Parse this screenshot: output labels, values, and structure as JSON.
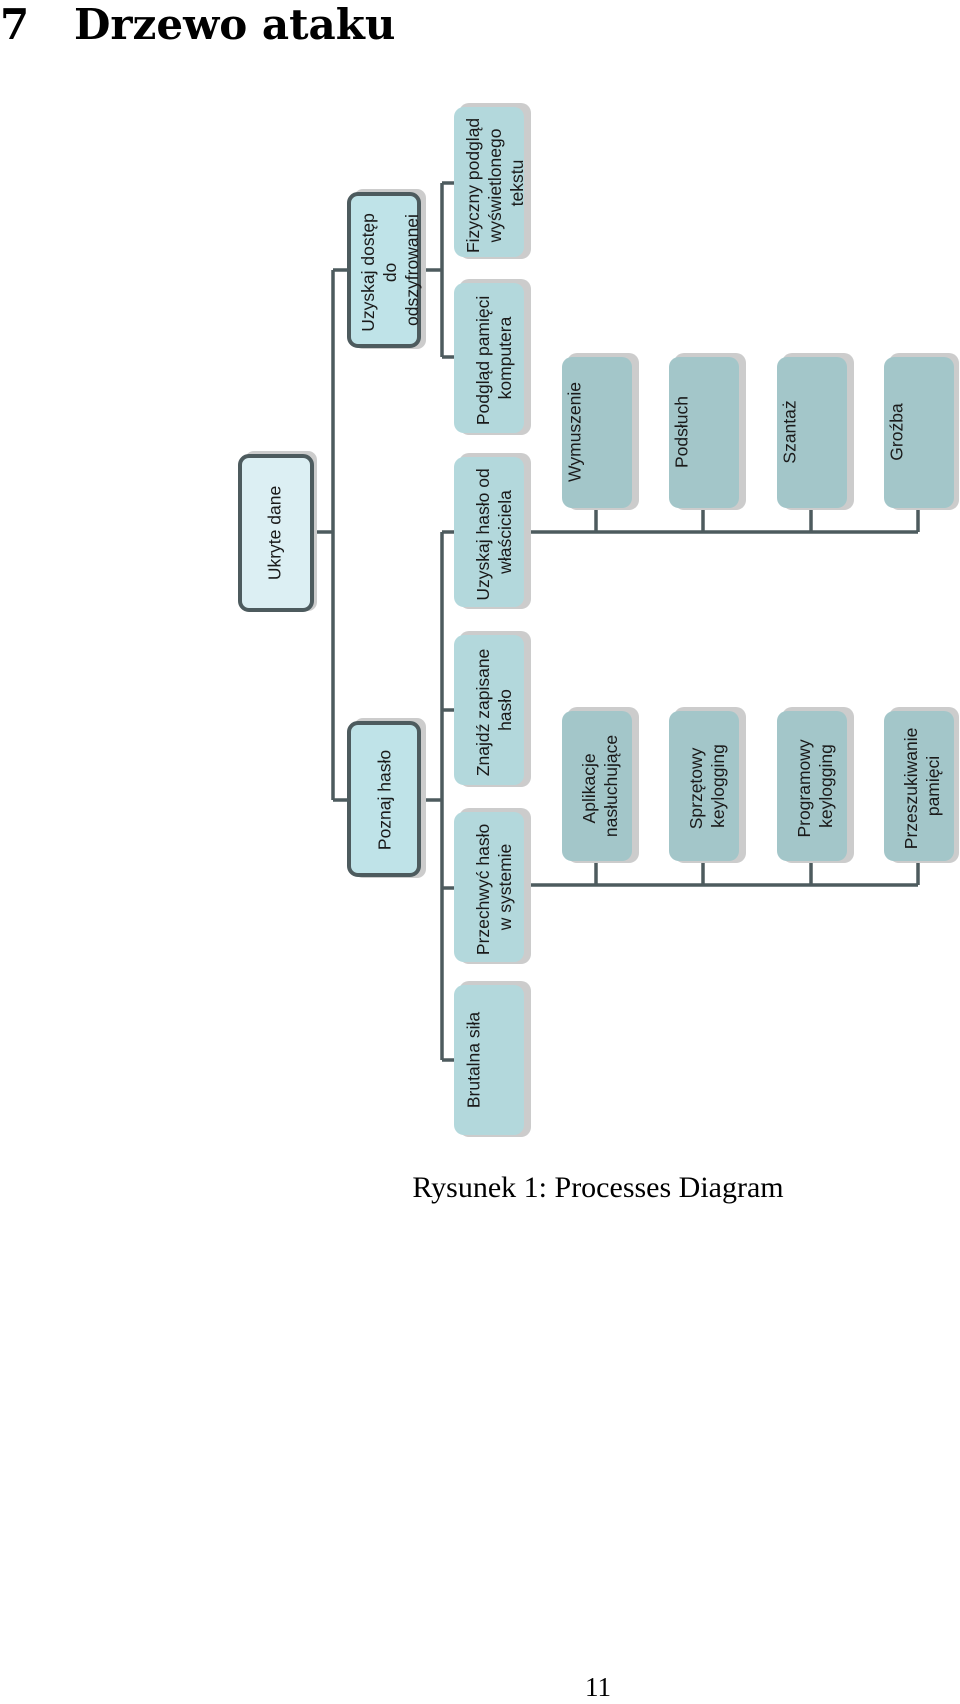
{
  "heading": {
    "number": "7",
    "title": "Drzewo ataku"
  },
  "diagram": {
    "root": "Ukryte dane",
    "branches": [
      "Uzyskaj dostęp do odszyfrowanei",
      "Poznaj hasło"
    ],
    "leaves": [
      "Fizyczny podgląd wyświetlonego tekstu",
      "Podgląd pamięci komputera",
      "Uzyskaj hasło od właściciela",
      "Znajdź zapisane hasło",
      "Przechwyć hasło w systemie",
      "Brutalna siła"
    ],
    "owner_methods": [
      "Wymuszenie",
      "Podsłuch",
      "Szantaż",
      "Groźba"
    ],
    "intercept_methods": [
      "Aplikacje nasłuchujące",
      "Sprzętowy keylogging",
      "Programowy keylogging",
      "Przeszukiwanie pamięci"
    ]
  },
  "caption": "Rysunek 1: Processes Diagram",
  "page_number": "11",
  "colors": {
    "root_fill": "#dceff3",
    "branch_fill": "#bfe3e8",
    "leaf_fill": "#b3d8dc",
    "method_fill": "#a3c6c9",
    "shadow": "#cccccc",
    "border": "#4d5b5e",
    "connector": "#4d5b5e"
  }
}
